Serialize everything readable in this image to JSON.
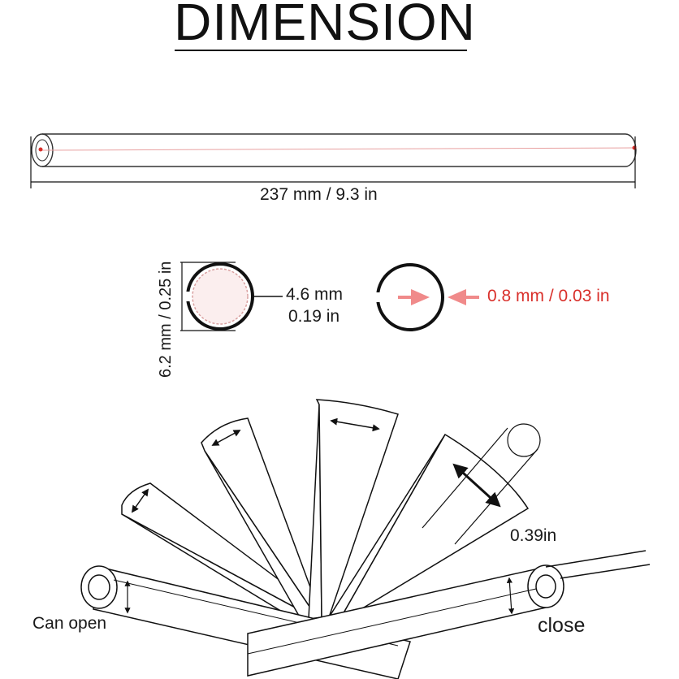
{
  "title": "DIMENSION",
  "dimensions": {
    "length": "237 mm / 9.3 in",
    "outer_diameter": "6.2 mm / 0.25 in",
    "inner_diameter_mm": "4.6 mm",
    "inner_diameter_in": "0.19 in",
    "wall_thickness": "0.8 mm / 0.03 in",
    "opening_width": "0.39in"
  },
  "states": {
    "open_label": "Can open",
    "close_label": "close"
  },
  "colors": {
    "line": "#111111",
    "accent_red": "#d9302b",
    "arrow_pink": "#f08a8a"
  }
}
